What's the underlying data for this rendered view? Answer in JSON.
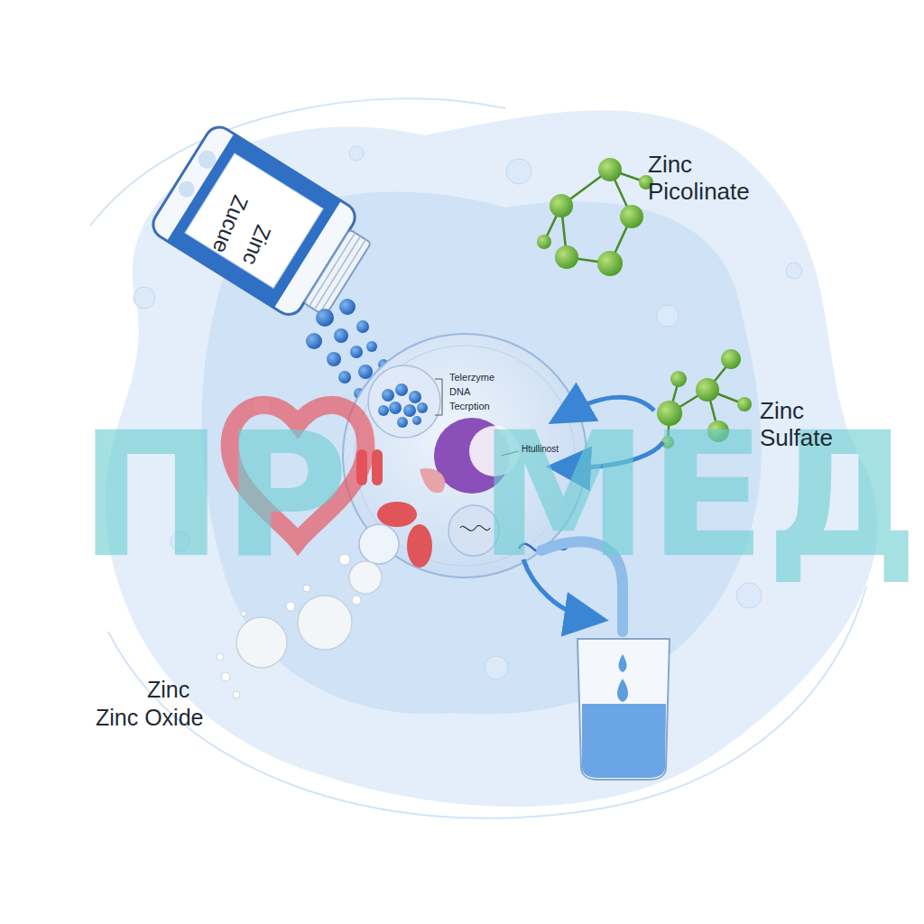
{
  "diagram": {
    "labels": [
      "Zinc Picolinate",
      "Zinc Sulfate",
      "Zinc",
      "Zinc Oxide",
      "Telerzyme",
      "DNA",
      "Tecrption",
      "Htullinost",
      "Zucue",
      "Zinc",
      "ПР",
      "МЕД"
    ]
  }
}
